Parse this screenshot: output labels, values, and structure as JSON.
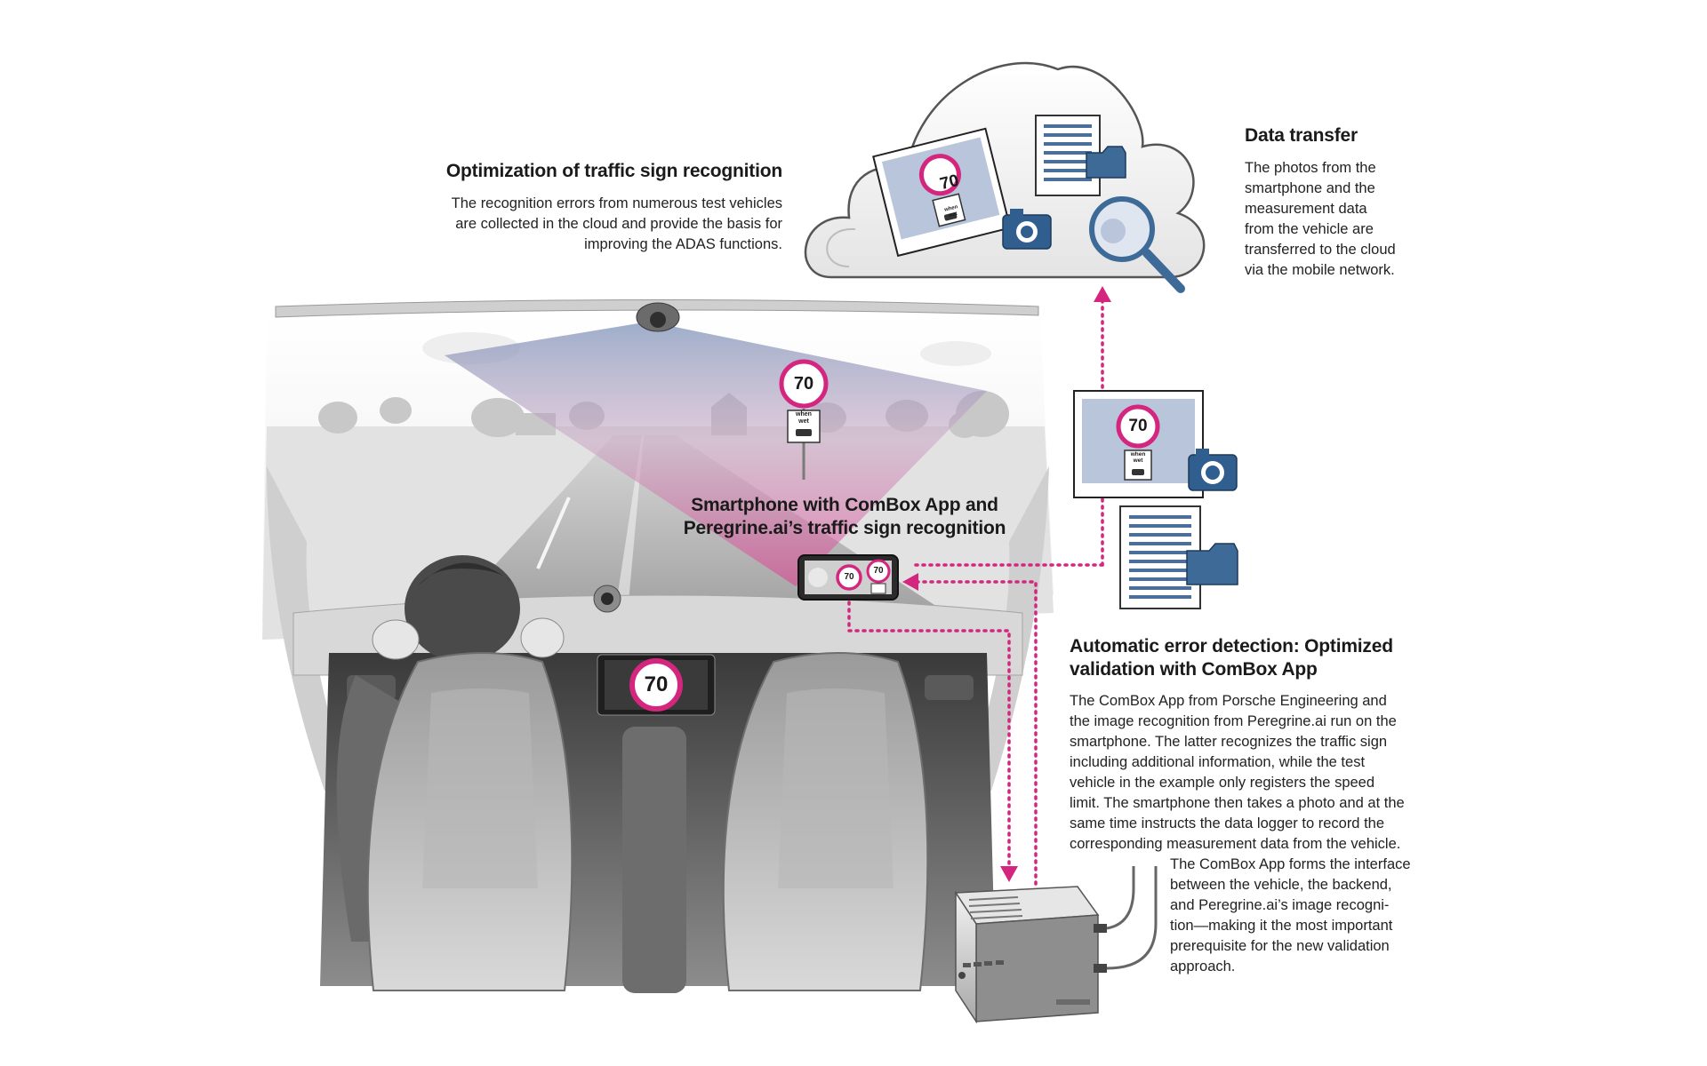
{
  "optimization": {
    "title": "Optimization of traffic sign recognition",
    "lines": [
      "The recognition errors from numerous test vehicles",
      "are collected in the cloud and provide the basis for",
      "improving the ADAS functions."
    ]
  },
  "data_transfer": {
    "title": "Data transfer",
    "lines": [
      "The photos from the",
      "smartphone and the",
      "measurement data",
      "from the vehicle are",
      "transferred to the cloud",
      "via the mobile network."
    ]
  },
  "smartphone_label": {
    "lines": [
      "Smartphone with ComBox App and",
      "Peregrine.ai’s traffic sign recognition"
    ]
  },
  "error_detection": {
    "title_lines": [
      "Automatic error detection: Optimized",
      "validation with ComBox App"
    ],
    "lines": [
      "The ComBox App from Porsche Engineering and",
      "the image recognition from Peregrine.ai run on the",
      "smartphone. The latter recognizes the traffic sign",
      "including additional information, while the test",
      "vehicle in the example only registers the speed",
      "limit. The smartphone then takes a photo and at the",
      "same time instructs the data logger to record the",
      "corresponding measurement data from the vehicle."
    ],
    "lines2": [
      "The ComBox App forms the interface",
      "between the vehicle, the backend,",
      "and Peregrine.ai’s image recogni-",
      "tion—making it the most important",
      "prerequisite for the new validation",
      "approach."
    ]
  },
  "signs": {
    "speed_limit": "70",
    "supplementary_line1": "when",
    "supplementary_line2": "wet"
  },
  "colors": {
    "accent": "#d4267e",
    "sign_red": "#d4267e",
    "doc_blue": "#4a6f9a",
    "folder_blue": "#3e6a98",
    "camera_blue": "#2f5e8f",
    "photo_bg": "#b9c5db"
  },
  "icons": [
    "cloud-icon",
    "photo-icon",
    "camera-icon",
    "document-icon",
    "folder-icon",
    "magnifier-icon",
    "data-logger-icon",
    "smartphone-icon"
  ]
}
